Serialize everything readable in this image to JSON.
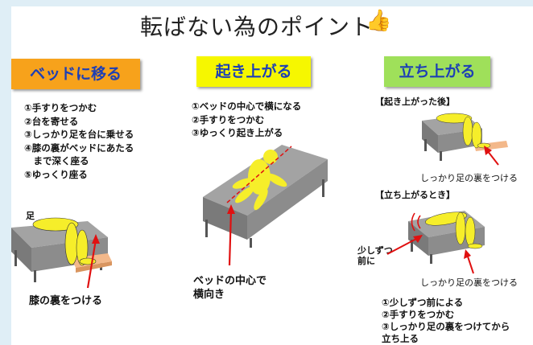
{
  "title": "転ばない為のポイント",
  "sections": {
    "bed": {
      "header": "ベッドに移る",
      "steps": [
        "①手すりをつかむ",
        "②台を寄せる",
        "③しっかり足を台に乗せる",
        "④膝の裏がベッドにあたる",
        "　まで深く座る",
        "⑤ゆっくり座る"
      ],
      "foot_label": "足",
      "caption": "膝の裏をつける"
    },
    "situp": {
      "header": "起き上がる",
      "steps": [
        "①ベッドの中心で横になる",
        "②手すりをつかむ",
        "③ゆっくり起き上がる"
      ],
      "caption_line1": "ベッドの中心で",
      "caption_line2": "横向き"
    },
    "standup": {
      "header": "立ち上がる",
      "after_label": "【起き上がった後】",
      "after_caption": "しっかり足の裏をつける",
      "during_label": "【立ち上がるとき】",
      "forward_line1": "少しずつ",
      "forward_line2": "前に",
      "during_caption": "しっかり足の裏をつける",
      "steps": [
        "①少しずつ前による",
        "②手すりをつかむ",
        "③しっかり足の裏をつけてから",
        "立ち上る"
      ]
    }
  },
  "colors": {
    "orange": "#f7a21b",
    "yellow": "#f6f700",
    "green": "#9fe05a",
    "figure": "#f6ee2a",
    "arrow": "#e01010",
    "bed_top": "#a3a3a3",
    "bed_side": "#7a7a7a"
  }
}
